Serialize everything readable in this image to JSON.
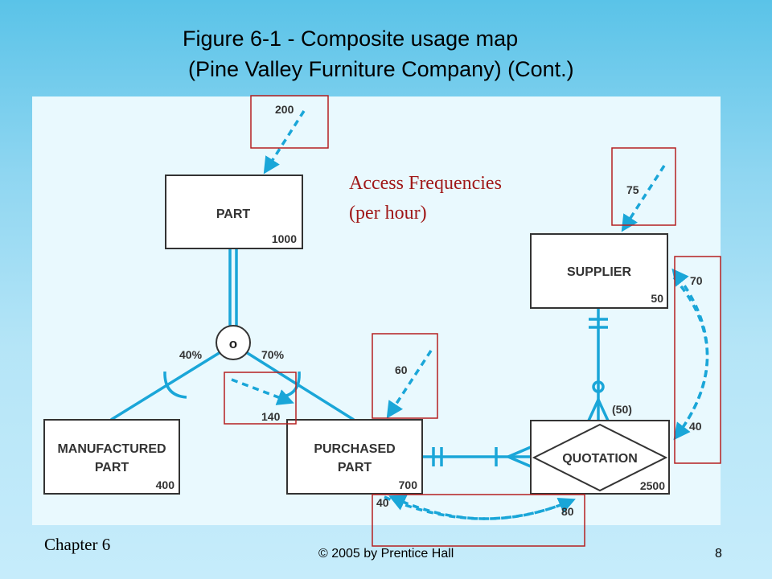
{
  "title": {
    "line1": "Figure 6-1 - Composite usage map",
    "line2": "(Pine Valley Furniture Company) (Cont.)"
  },
  "legend": {
    "line1": "Access Frequencies",
    "line2": "(per hour)"
  },
  "entities": {
    "part": {
      "name": "PART",
      "volume": "1000"
    },
    "manufactured_part": {
      "name_line1": "MANUFACTURED",
      "name_line2": "PART",
      "volume": "400"
    },
    "purchased_part": {
      "name_line1": "PURCHASED",
      "name_line2": "PART",
      "volume": "700"
    },
    "supplier": {
      "name": "SUPPLIER",
      "volume": "50"
    },
    "quotation": {
      "name": "QUOTATION",
      "volume": "2500"
    }
  },
  "subtype": {
    "disjoint_symbol": "o",
    "manufactured_pct": "40%",
    "purchased_pct": "70%"
  },
  "cardinality_label": "(50)",
  "frequencies": {
    "part_in": "200",
    "supplier_in": "75",
    "purchased_in": "60",
    "part_to_purchased": "140",
    "supplier_to_quotation": "40",
    "quotation_to_supplier": "70",
    "purchased_to_quotation": "80",
    "quotation_to_purchased": "40"
  },
  "colors": {
    "line": "#1aa6d8",
    "highlight": "#b52020",
    "legend_text": "#a01818"
  },
  "footer": {
    "chapter": "Chapter 6",
    "copyright": "© 2005 by Prentice Hall",
    "page": "8"
  }
}
